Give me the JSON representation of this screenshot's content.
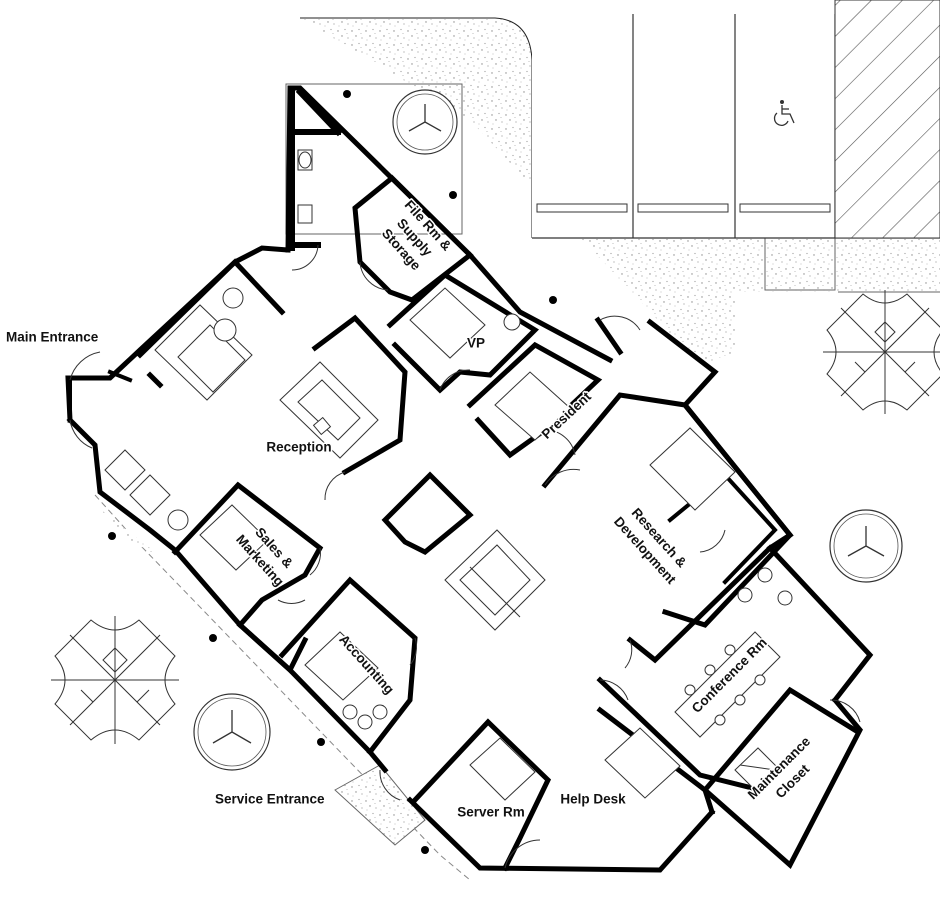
{
  "rooms": {
    "file_room": [
      "File Rm &",
      "Supply",
      "Storage"
    ],
    "vp": "VP",
    "president": "President",
    "reception": "Reception",
    "research": [
      "Research &",
      "Development"
    ],
    "sales": [
      "Sales &",
      "Marketing"
    ],
    "accounting": "Accounting",
    "conference": "Conference Rm",
    "maintenance": [
      "Maintenance",
      "Closet"
    ],
    "server": "Server Rm",
    "help_desk": "Help Desk"
  },
  "entrances": {
    "main": "Main Entrance",
    "service": "Service Entrance"
  },
  "parking": {
    "accessible_icon": "wheelchair-icon"
  },
  "colors": {
    "wall": "#000000",
    "landscape_dots": "#9a9a9a",
    "background": "#ffffff"
  }
}
